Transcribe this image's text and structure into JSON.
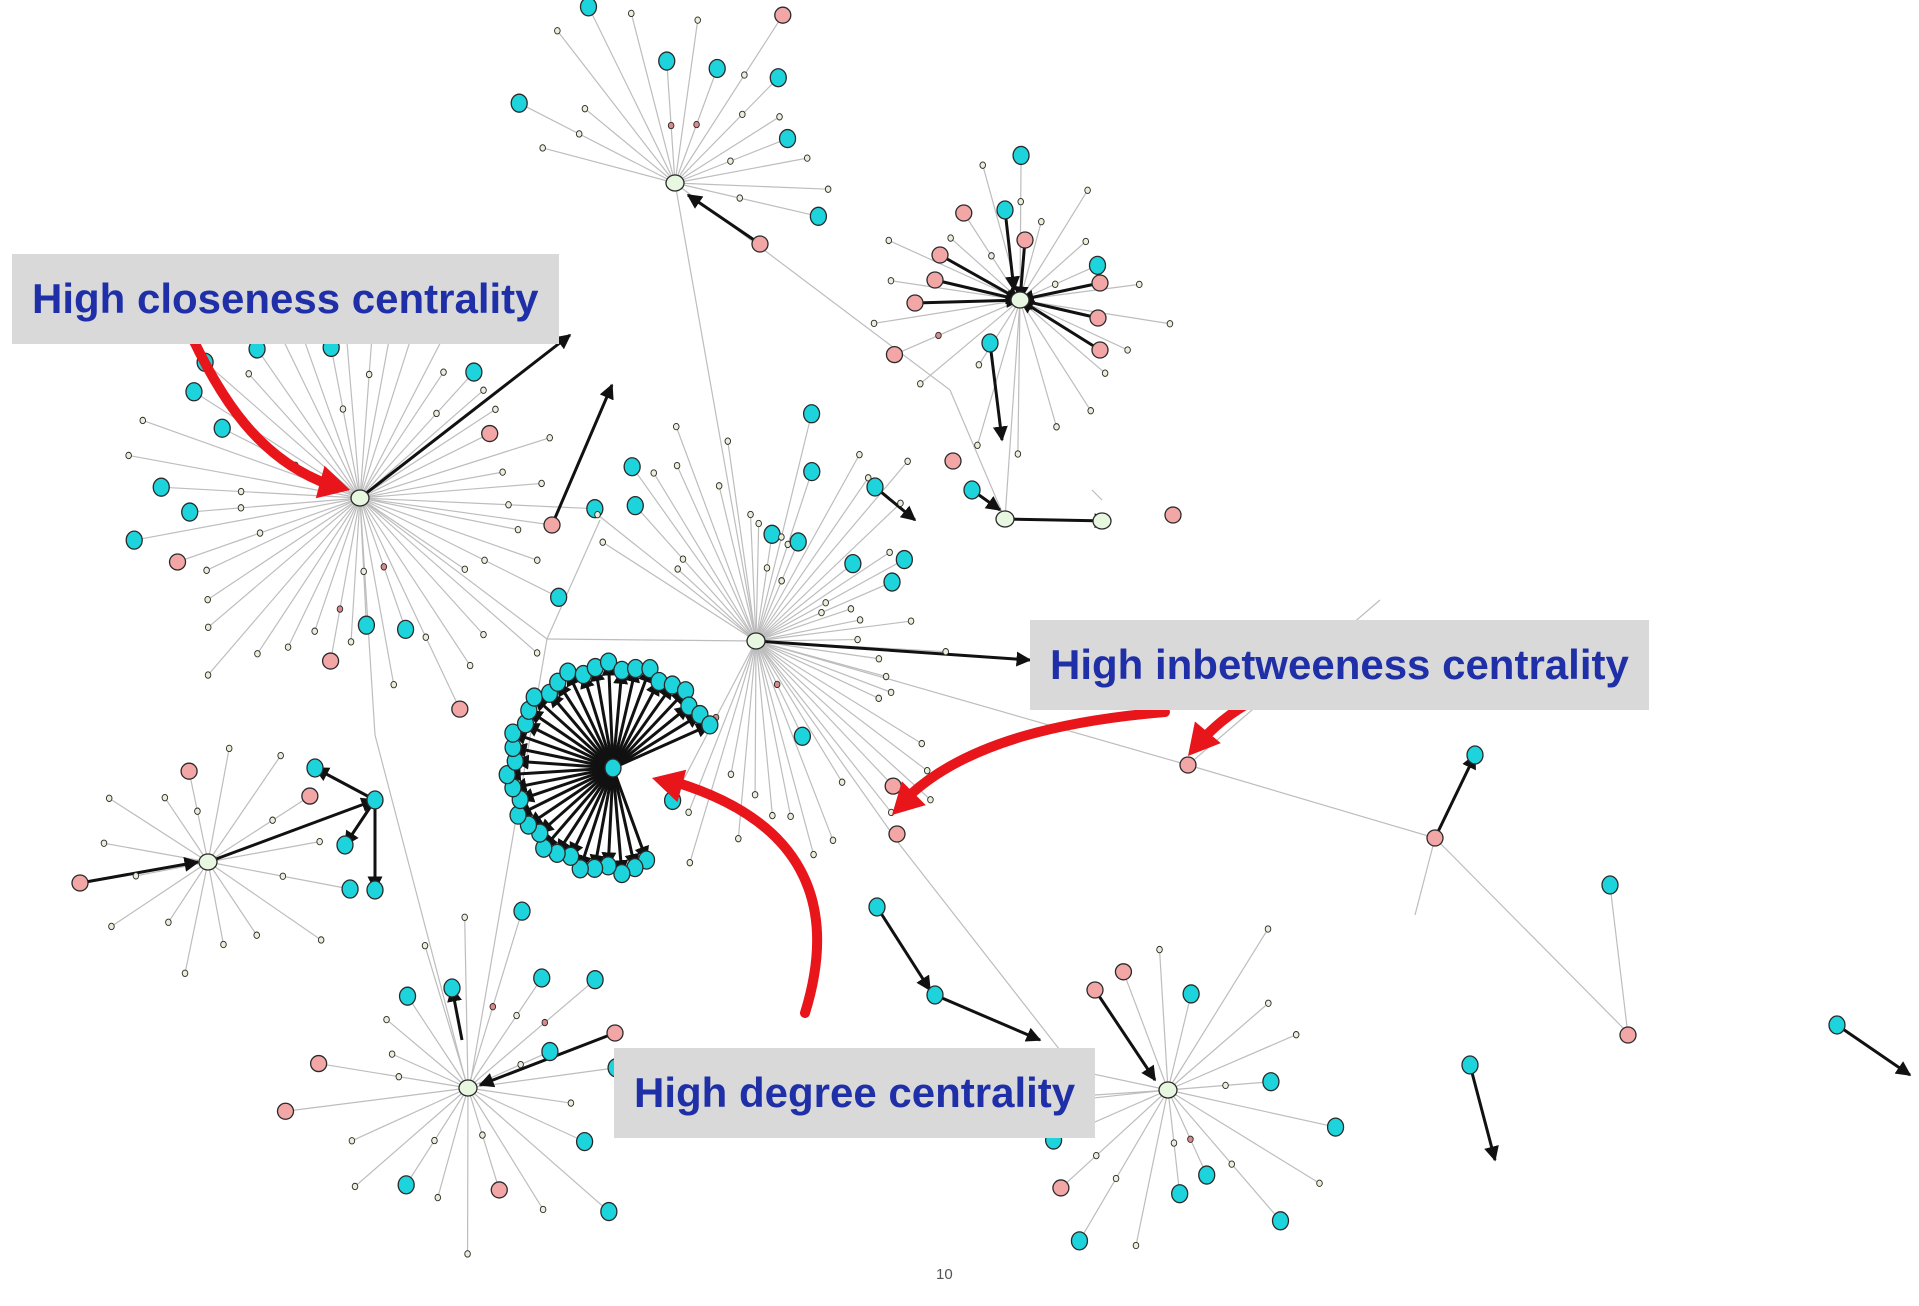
{
  "labels": {
    "closeness": "High closeness centrality",
    "inbetweeness": "High inbetweeness centrality",
    "degree": "High degree centrality"
  },
  "page_number": "10",
  "colors": {
    "label_text": "#1f2fa8",
    "label_background": "#d9d9d9",
    "arrow": "#e8151b",
    "node_cyan": "#1ed4dc",
    "node_pink": "#f2a6a6",
    "node_pale_green": "#e8f8e0",
    "edge_light": "#bdbdbd",
    "edge_dark": "#111111"
  }
}
